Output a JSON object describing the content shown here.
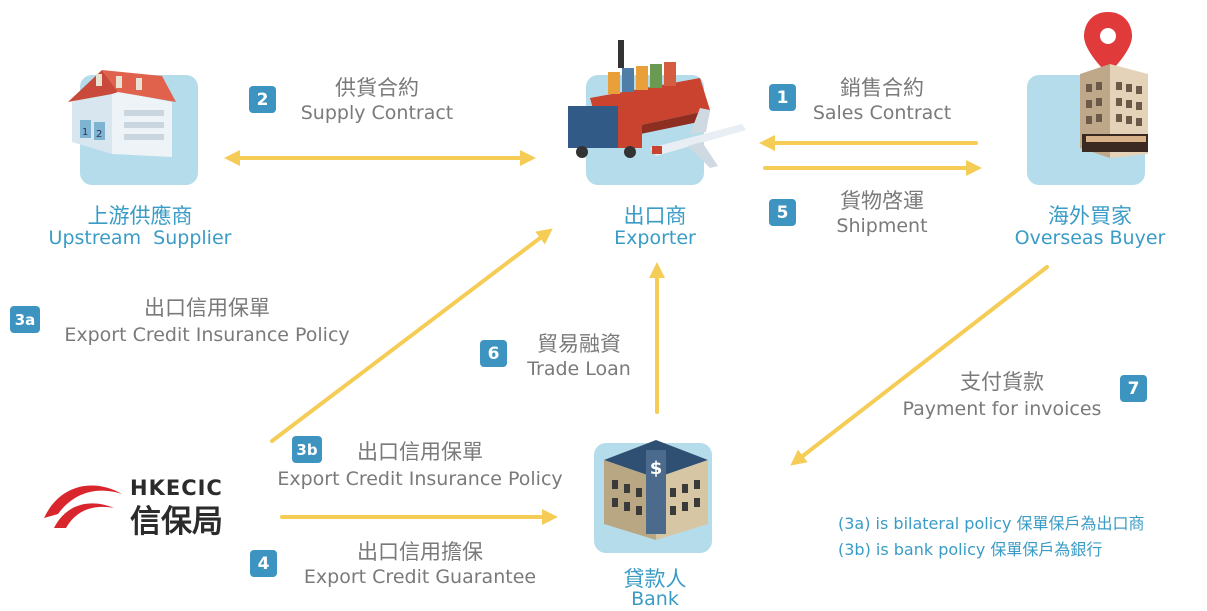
{
  "nodes": {
    "supplier": {
      "zh": "上游供應商",
      "en": "Upstream  Supplier"
    },
    "exporter": {
      "zh": "出口商",
      "en": "Exporter"
    },
    "buyer": {
      "zh": "海外買家",
      "en": "Overseas Buyer"
    },
    "bank": {
      "zh": "貸款人",
      "en": "Bank"
    }
  },
  "steps": {
    "s1": {
      "num": "1",
      "zh": "銷售合約",
      "en": "Sales Contract"
    },
    "s2": {
      "num": "2",
      "zh": "供貨合約",
      "en": "Supply Contract"
    },
    "s3a": {
      "num": "3a",
      "zh": "出口信用保單",
      "en": "Export Credit Insurance Policy"
    },
    "s3b": {
      "num": "3b",
      "zh": "出口信用保單",
      "en": "Export Credit Insurance Policy"
    },
    "s4": {
      "num": "4",
      "zh": "出口信用擔保",
      "en": "Export Credit Guarantee"
    },
    "s5": {
      "num": "5",
      "zh": "貨物啓運",
      "en": "Shipment"
    },
    "s6": {
      "num": "6",
      "zh": "貿易融資",
      "en": "Trade Loan"
    },
    "s7": {
      "num": "7",
      "zh": "支付貨款",
      "en": "Payment for invoices"
    }
  },
  "logo": {
    "en": "HKECIC",
    "zh": "信保局"
  },
  "notes": {
    "line1": "(3a) is bilateral policy 保單保戶為出口商",
    "line2": "(3b) is bank policy 保單保戶為銀行"
  },
  "colors": {
    "arrow": "#f5cd56",
    "accent": "#3a9cc6",
    "badge": "#3e94c0",
    "text": "#7a7a7a",
    "tile": "#b5dcea"
  },
  "icons": {
    "supplier": "warehouse-icon",
    "exporter": "ship-truck-plane-icon",
    "buyer": "office-building-pin-icon",
    "bank": "bank-building-icon",
    "logo": "hkecic-logo-icon"
  }
}
